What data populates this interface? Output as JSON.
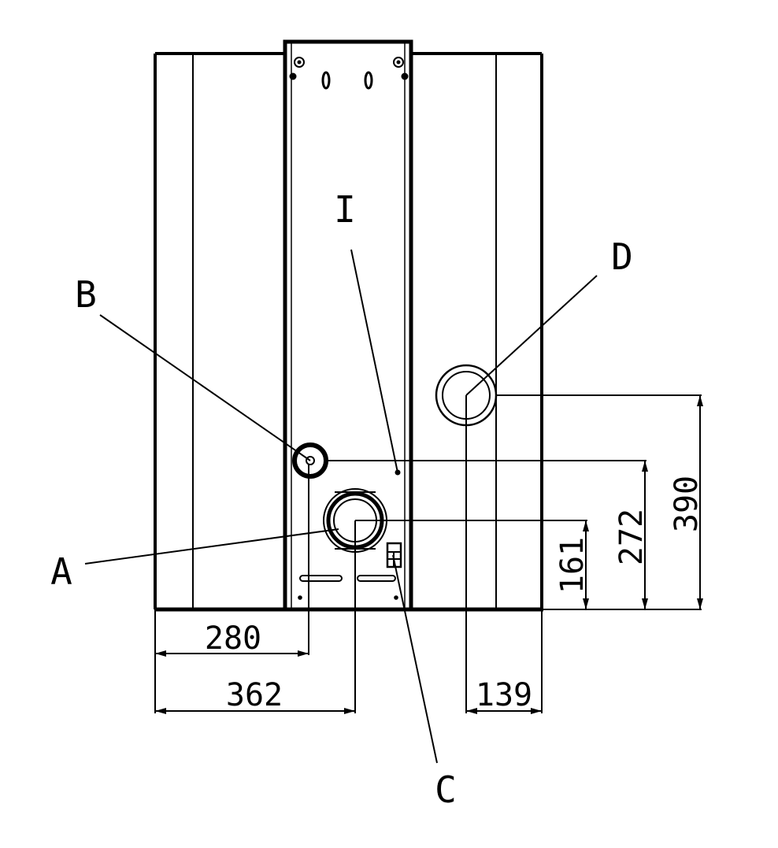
{
  "callouts": {
    "A": "A",
    "B": "B",
    "C": "C",
    "D": "D",
    "I": "I"
  },
  "dimensions": {
    "b_horizontal": "280",
    "a_horizontal": "362",
    "d_horizontal": "139",
    "a_vertical": "161",
    "b_vertical": "272",
    "d_vertical": "390"
  },
  "colors": {
    "line": "#000000",
    "background": "#ffffff"
  }
}
